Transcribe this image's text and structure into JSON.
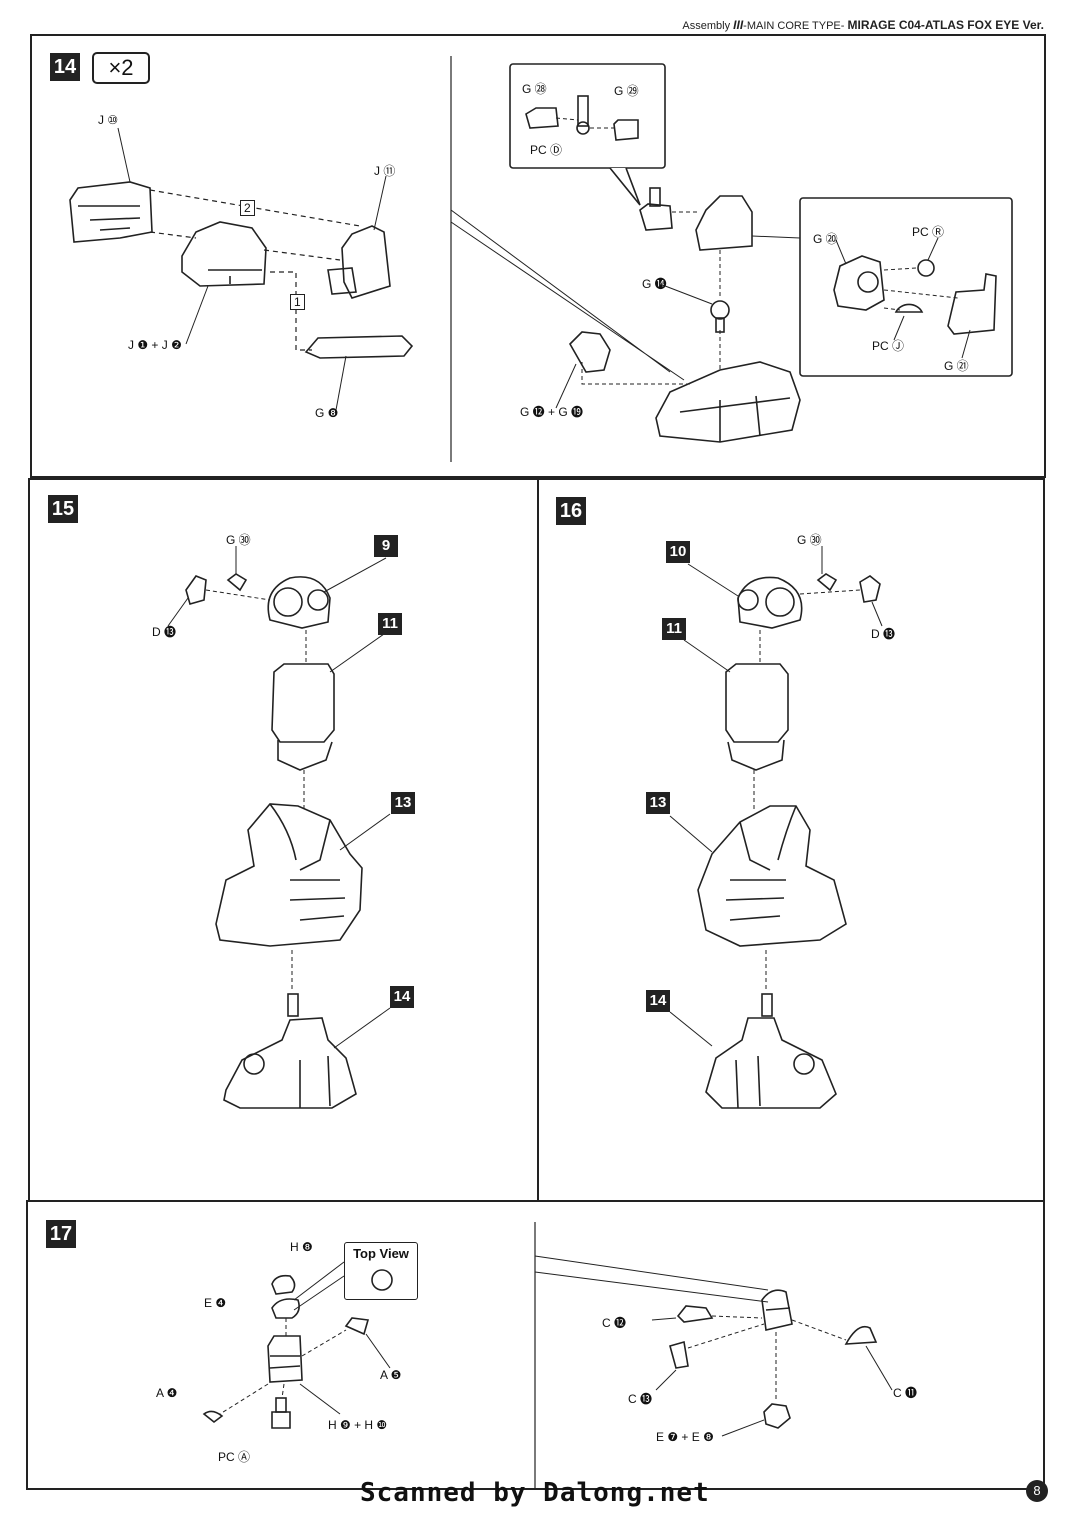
{
  "header": {
    "prefix": "Assembly",
    "roman": "III",
    "section": "-MAIN CORE TYPE-",
    "title": "MIRAGE C04-ATLAS FOX EYE Ver."
  },
  "steps": [
    {
      "number": "14",
      "multiplier": "×2"
    },
    {
      "number": "15"
    },
    {
      "number": "16"
    },
    {
      "number": "17"
    }
  ],
  "step14": {
    "left_labels": [
      "J ⑩",
      "J ⑪",
      "J ❶ + J ❷",
      "G ❽"
    ],
    "seq": [
      "2",
      "1"
    ],
    "right_labels": [
      "G ㉘",
      "G ㉙",
      "PC Ⓓ",
      "G ⓮",
      "G ⓬ + G ⓳",
      "G ⑳",
      "PC Ⓡ",
      "PC Ⓙ",
      "G ㉑"
    ]
  },
  "step15": {
    "callouts": [
      "9",
      "11",
      "13",
      "14"
    ],
    "labels": [
      "G ㉚",
      "D ⓭"
    ]
  },
  "step16": {
    "callouts": [
      "10",
      "11",
      "13",
      "14"
    ],
    "labels": [
      "G ㉚",
      "D ⓭"
    ]
  },
  "step17": {
    "top_view": "Top View",
    "left_labels": [
      "H ❽",
      "E ❹",
      "A ❺",
      "A ❹",
      "H ❾ + H ❿",
      "PC Ⓐ"
    ],
    "right_labels": [
      "C ⓬",
      "C ⓭",
      "C ⓫",
      "E ❼ + E ❽"
    ]
  },
  "footer": {
    "scan_text": "Scanned by Dalong.net",
    "page": "8"
  }
}
